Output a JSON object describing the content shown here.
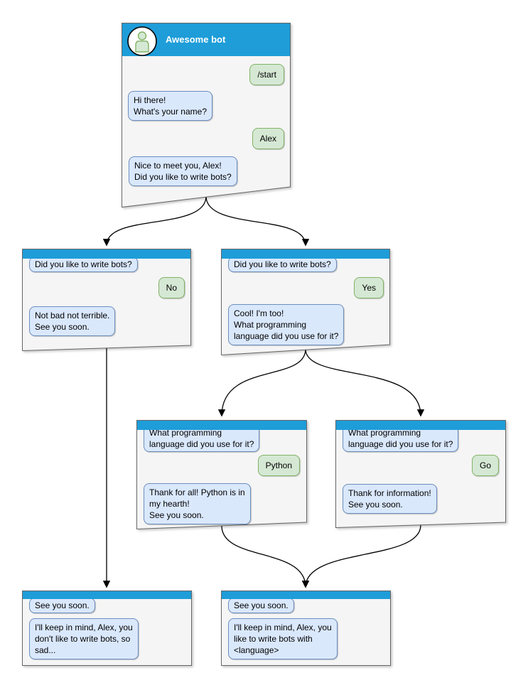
{
  "colors": {
    "header_blue": "#1E9DD9",
    "bot_bubble_fill": "#DAE8FC",
    "bot_bubble_border": "#6C8EBF",
    "user_bubble_fill": "#D5E8D4",
    "user_bubble_border": "#82B366",
    "window_fill": "#F5F5F5",
    "window_border": "#666666"
  },
  "windows": {
    "start": {
      "title": "Awesome bot",
      "messages": [
        {
          "from": "user",
          "text": "/start"
        },
        {
          "from": "bot",
          "text": "Hi there!\nWhat's your name?"
        },
        {
          "from": "user",
          "text": "Alex"
        },
        {
          "from": "bot",
          "text": "Nice to meet you, Alex!\nDid you like to write bots?"
        }
      ]
    },
    "branch_no": {
      "messages": [
        {
          "from": "bot",
          "text": "Did you like to write bots?"
        },
        {
          "from": "user",
          "text": "No"
        },
        {
          "from": "bot",
          "text": "Not bad not terrible.\nSee you soon."
        }
      ]
    },
    "branch_yes": {
      "messages": [
        {
          "from": "bot",
          "text": "Did you like to write bots?"
        },
        {
          "from": "user",
          "text": "Yes"
        },
        {
          "from": "bot",
          "text": "Cool! I'm too!\nWhat programming\nlanguage did you use for it?"
        }
      ]
    },
    "lang_python": {
      "messages": [
        {
          "from": "bot",
          "text": "What programming\nlanguage did you use for it?"
        },
        {
          "from": "user",
          "text": "Python"
        },
        {
          "from": "bot",
          "text": "Thank for all! Python is in\nmy hearth!\nSee you soon."
        }
      ]
    },
    "lang_go": {
      "messages": [
        {
          "from": "bot",
          "text": "What programming\nlanguage did you use for it?"
        },
        {
          "from": "user",
          "text": "Go"
        },
        {
          "from": "bot",
          "text": "Thank for information!\nSee you soon."
        }
      ]
    },
    "end_no": {
      "messages": [
        {
          "from": "bot",
          "text": "See you soon."
        },
        {
          "from": "bot",
          "text": "I'll keep in mind, Alex, you\ndon't like to write bots, so\nsad..."
        }
      ]
    },
    "end_yes": {
      "messages": [
        {
          "from": "bot",
          "text": "See you soon."
        },
        {
          "from": "bot",
          "text": "I'll keep in mind, Alex, you\nlike to write bots with\n<language>"
        }
      ]
    }
  }
}
